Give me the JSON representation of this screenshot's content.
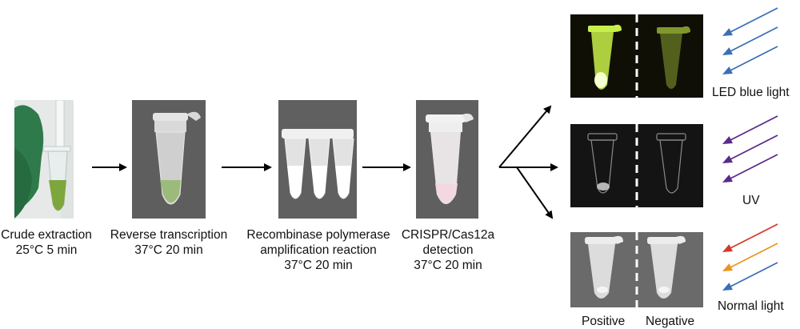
{
  "steps": [
    {
      "line1": "Crude extraction",
      "line2": "25°C 5 min",
      "line3": ""
    },
    {
      "line1": "Reverse transcription",
      "line2": "37°C 20 min",
      "line3": ""
    },
    {
      "line1": "Recombinase polymerase",
      "line2": "amplification reaction",
      "line3": "37°C 20 min"
    },
    {
      "line1": "CRISPR/Cas12a",
      "line2": "detection",
      "line3": "37°C 20 min"
    }
  ],
  "results": [
    {
      "light": "LED blue light",
      "background": "#0f0f06",
      "arrow_colors": [
        "#3a6fb8",
        "#3a6fb8",
        "#3a6fb8"
      ]
    },
    {
      "light": "UV",
      "background": "#141414",
      "arrow_colors": [
        "#5a2a8a",
        "#5a2a8a",
        "#5a2a8a"
      ]
    },
    {
      "light": "Normal light",
      "background": "#6a6a6a",
      "arrow_colors": [
        "#d33a2c",
        "#e8961e",
        "#3a6fb8"
      ]
    }
  ],
  "columns": {
    "left": "Positive",
    "right": "Negative"
  },
  "colors": {
    "fluorescence": "#c8f04a",
    "glove": "#2e7a4a",
    "sample_green": "#7da63c"
  }
}
